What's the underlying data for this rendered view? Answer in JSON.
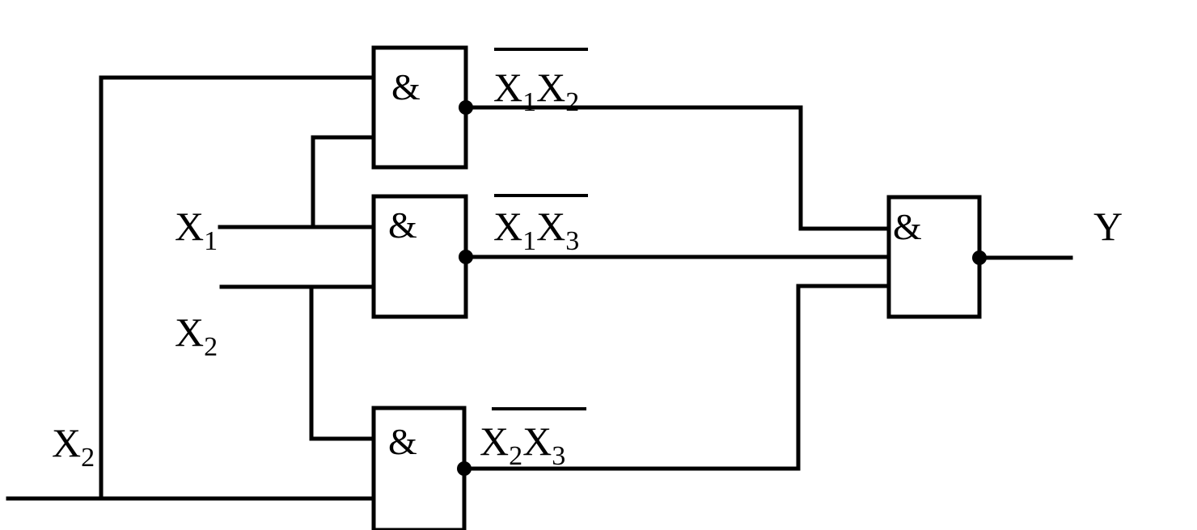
{
  "gate_symbol": "&",
  "inputs": {
    "x1": {
      "letter": "X",
      "sub": "1"
    },
    "x2_mid": {
      "letter": "X",
      "sub": "2"
    },
    "x2_left": {
      "letter": "X",
      "sub": "2"
    }
  },
  "terms": {
    "top": {
      "a": "X",
      "a_sub": "1",
      "b": "X",
      "b_sub": "2"
    },
    "mid": {
      "a": "X",
      "a_sub": "1",
      "b": "X",
      "b_sub": "3"
    },
    "bottom": {
      "a": "X",
      "a_sub": "2",
      "b": "X",
      "b_sub": "3"
    }
  },
  "output": {
    "label": "Y"
  }
}
